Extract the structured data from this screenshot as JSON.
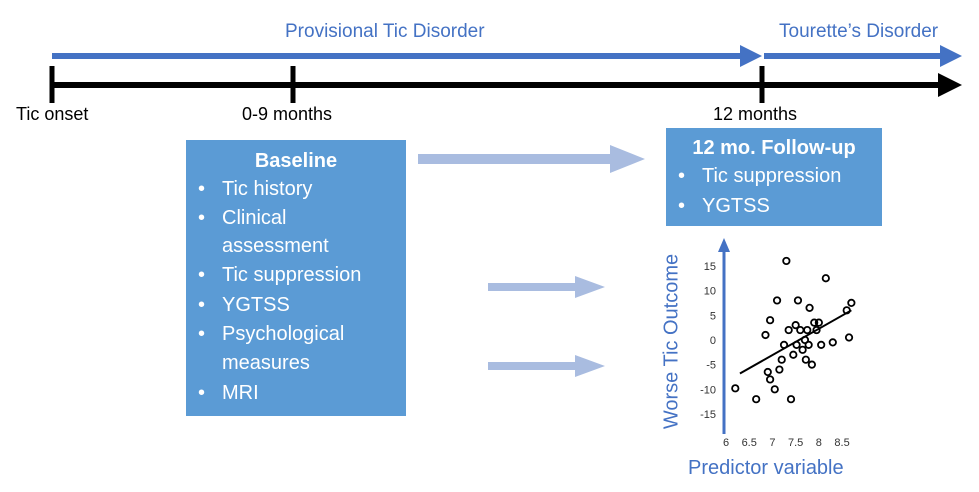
{
  "timeline": {
    "phase_provisional": "Provisional Tic Disorder",
    "phase_tourette": "Tourette’s Disorder",
    "label_tic_onset": "Tic onset",
    "label_baseline_time": "0-9 months",
    "label_followup_time": "12 months"
  },
  "baseline": {
    "title": "Baseline",
    "items": [
      "Tic history",
      "Clinical assessment",
      "Tic suppression",
      "YGTSS",
      "Psychological measures",
      "MRI"
    ]
  },
  "followup": {
    "title": "12 mo. Follow-up",
    "items": [
      "Tic suppression",
      "YGTSS"
    ]
  },
  "colors": {
    "accent": "#4472C4",
    "box_fill": "#5B9BD5",
    "connector_arrow": "#A9BCE0"
  },
  "chart_data": {
    "type": "scatter",
    "xlabel": "Predictor variable",
    "ylabel": "Worse Tic Outcome",
    "xlim": [
      6,
      8.8
    ],
    "ylim": [
      -15,
      17
    ],
    "xticks": [
      "6",
      "6.5",
      "7",
      "7.5",
      "8",
      "8.5"
    ],
    "yticks": [
      "15",
      "10",
      "5",
      "0",
      "-5",
      "-10",
      "-15"
    ],
    "points": [
      [
        6.2,
        -9.8
      ],
      [
        6.65,
        -12
      ],
      [
        6.85,
        1
      ],
      [
        6.9,
        -6.5
      ],
      [
        6.95,
        4
      ],
      [
        6.95,
        -8
      ],
      [
        7.05,
        -10
      ],
      [
        7.1,
        8
      ],
      [
        7.15,
        -6
      ],
      [
        7.2,
        -4
      ],
      [
        7.25,
        -1
      ],
      [
        7.3,
        16
      ],
      [
        7.35,
        2
      ],
      [
        7.4,
        -12
      ],
      [
        7.45,
        -3
      ],
      [
        7.5,
        3
      ],
      [
        7.52,
        -1
      ],
      [
        7.55,
        8
      ],
      [
        7.6,
        2
      ],
      [
        7.65,
        -2
      ],
      [
        7.7,
        0
      ],
      [
        7.72,
        -4
      ],
      [
        7.75,
        2
      ],
      [
        7.78,
        -1
      ],
      [
        7.8,
        6.5
      ],
      [
        7.85,
        -5
      ],
      [
        7.9,
        3.5
      ],
      [
        7.95,
        2
      ],
      [
        8.0,
        3.5
      ],
      [
        8.05,
        -1
      ],
      [
        8.15,
        12.5
      ],
      [
        8.3,
        -0.5
      ],
      [
        8.6,
        6
      ],
      [
        8.65,
        0.5
      ],
      [
        8.7,
        7.5
      ]
    ],
    "trendline": [
      [
        6.3,
        -6.8
      ],
      [
        8.7,
        6.0
      ]
    ]
  }
}
